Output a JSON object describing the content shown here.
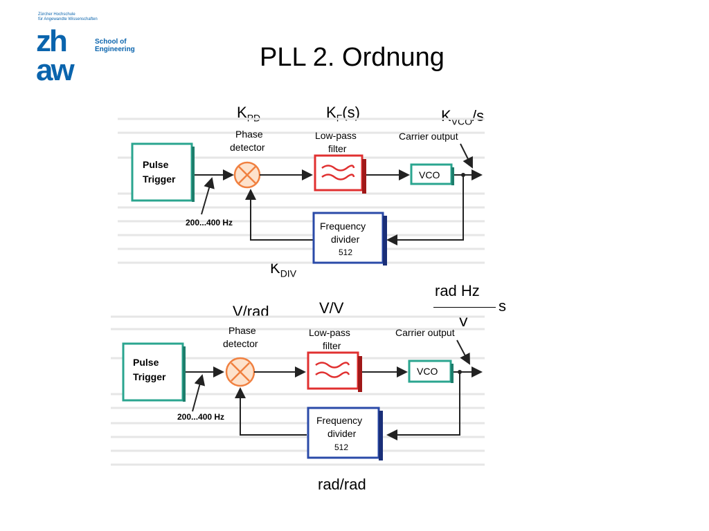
{
  "header": {
    "logo_small_line1": "Zürcher Hochschule",
    "logo_small_line2": "für Angewandte Wissenschaften",
    "logo_mark_top": "zh",
    "logo_mark_bottom": "aw",
    "school_line1": "School of",
    "school_line2": "Engineering",
    "title": "PLL 2. Ordnung"
  },
  "colors": {
    "brand_blue": "#0a64ad",
    "pulse_box": "#2aa58f",
    "lowpass_box": "#e03030",
    "vco_box": "#2aa58f",
    "divider_box": "#2a4aa8",
    "detector_orange": "#f08040"
  },
  "diagram_top": {
    "pulse_label_line1": "Pulse",
    "pulse_label_line2": "Trigger",
    "phase_line1": "Phase",
    "phase_line2": "detector",
    "lowpass_line1": "Low-pass",
    "lowpass_line2": "filter",
    "carrier_label": "Carrier output",
    "vco_label": "VCO",
    "divider_line1": "Frequency",
    "divider_line2": "divider",
    "divider_value": "512",
    "freq_range": "200...400 Hz"
  },
  "diagram_bottom": {
    "pulse_label_line1": "Pulse",
    "pulse_label_line2": "Trigger",
    "phase_line1": "Phase",
    "phase_line2": "detector",
    "lowpass_line1": "Low-pass",
    "lowpass_line2": "filter",
    "carrier_label": "Carrier output",
    "vco_label": "VCO",
    "divider_line1": "Frequency",
    "divider_line2": "divider",
    "divider_value": "512",
    "freq_range": "200...400 Hz"
  },
  "annotations": {
    "kpd_main": "K",
    "kpd_sub": "PD",
    "kf_main": "K",
    "kf_sub": "F",
    "kf_suffix": "(s)",
    "kvco_main": "K",
    "kvco_sub": "VCO",
    "kvco_suffix": "/s",
    "kdiv_main": "K",
    "kdiv_sub": "DIV",
    "unit_phase": "V/rad",
    "unit_filter": "V/V",
    "unit_vco_num": "rad Hz",
    "unit_vco_den": "V",
    "unit_vco_s": "s",
    "unit_divider": "rad/rad"
  }
}
